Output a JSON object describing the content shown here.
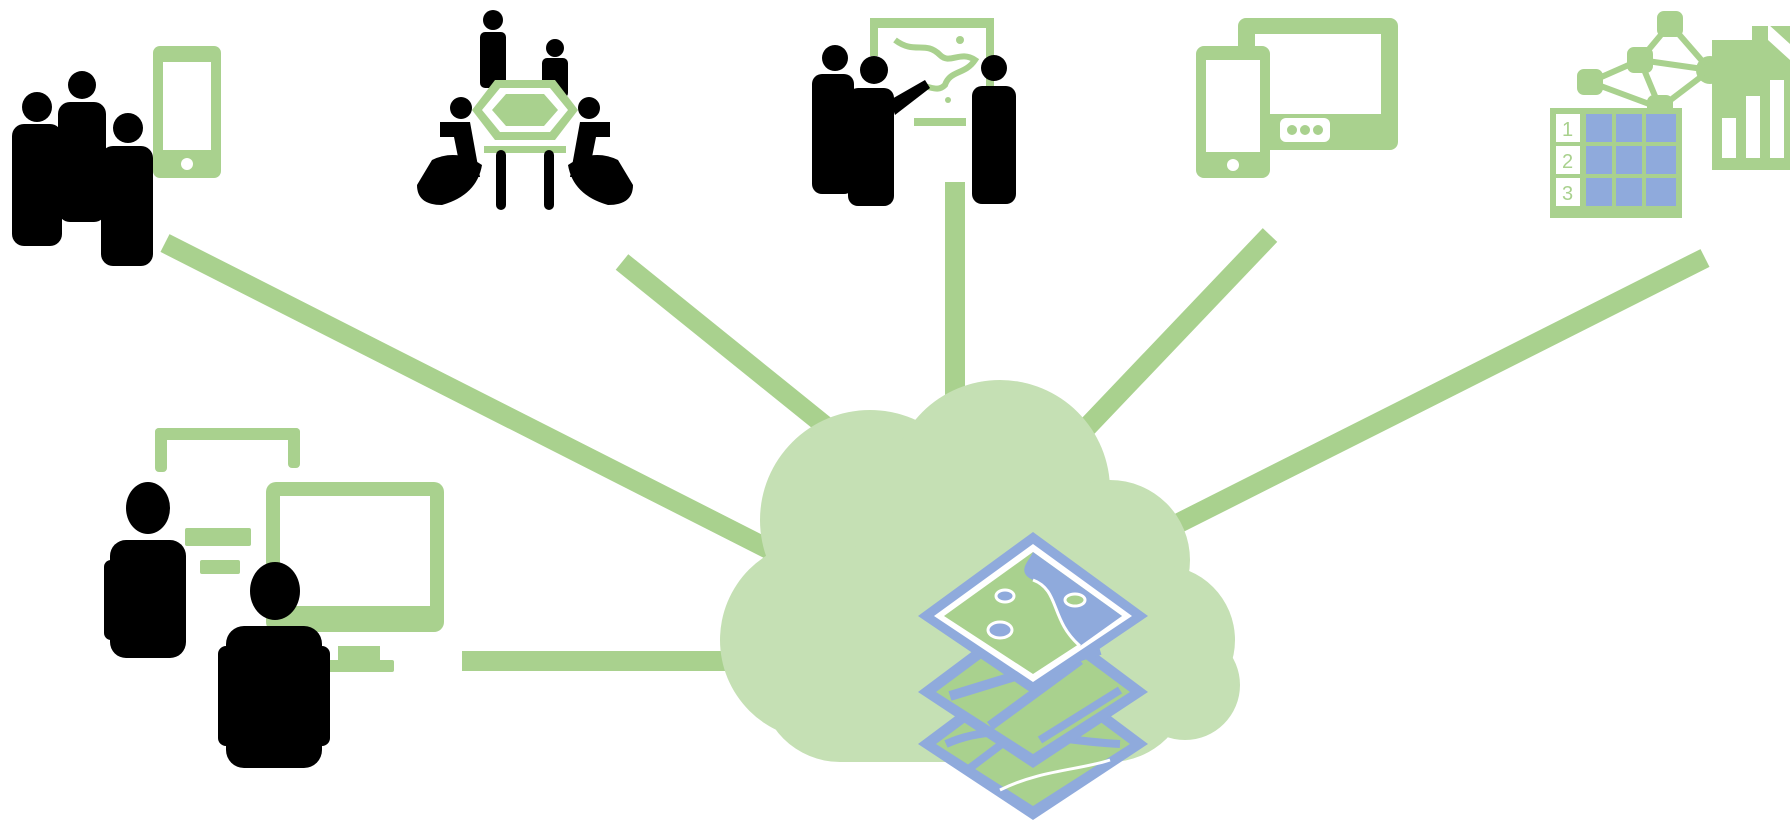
{
  "diagram": {
    "colors": {
      "green": "#a9d18e",
      "cloud": "#c5e0b4",
      "blue": "#8faadc",
      "black": "#000000",
      "white": "#ffffff"
    },
    "hub": {
      "icon": "cloud-icon",
      "content": "layered-map-icon"
    },
    "nodes": [
      {
        "id": "mobile-users",
        "icons": [
          "users-group-icon",
          "smartphone-icon"
        ]
      },
      {
        "id": "meeting",
        "icons": [
          "meeting-table-icon"
        ]
      },
      {
        "id": "presentation",
        "icons": [
          "presenter-icon",
          "map-board-icon"
        ]
      },
      {
        "id": "devices",
        "icons": [
          "smartphone-icon",
          "tablet-icon"
        ]
      },
      {
        "id": "analytics",
        "icons": [
          "network-graph-icon",
          "data-table-icon",
          "bar-chart-icon"
        ]
      },
      {
        "id": "desktop-users",
        "icons": [
          "users-pair-icon",
          "desktop-monitor-icon"
        ]
      }
    ],
    "table_row_numbers": [
      "1",
      "2",
      "3"
    ]
  }
}
